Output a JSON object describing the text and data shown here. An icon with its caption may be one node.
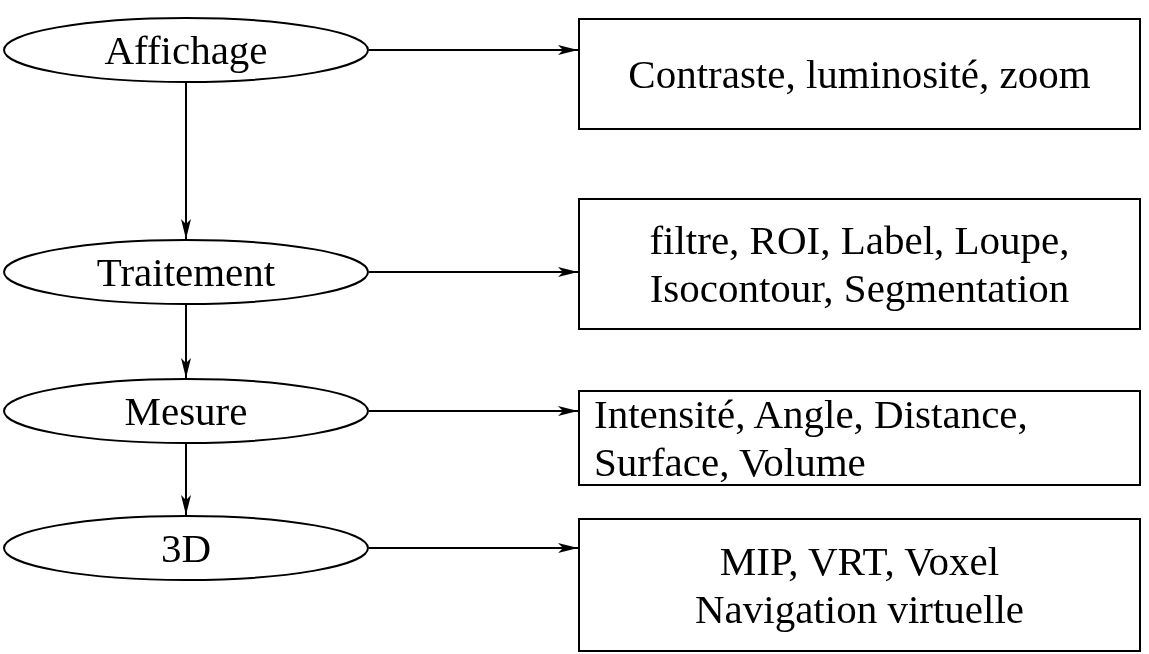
{
  "diagram": {
    "nodes": [
      {
        "text": [
          "Affichage"
        ]
      },
      {
        "text": [
          "Contraste, luminosité, zoom"
        ]
      },
      {
        "text": [
          "Traitement"
        ]
      },
      {
        "text": [
          "filtre, ROI, Label, Loupe, Isocontour, Segmentation"
        ]
      },
      {
        "text": [
          "Mesure"
        ]
      },
      {
        "text": [
          "Intensité, Angle, Distance, Surface, Volume"
        ]
      },
      {
        "text": [
          "3D"
        ]
      },
      {
        "text": [
          "MIP, VRT, Voxel",
          "Navigation virtuelle"
        ]
      }
    ],
    "edges": [
      {
        "from": 0,
        "to": 1,
        "arrow": "to"
      },
      {
        "from": 0,
        "to": 2,
        "arrow": "to"
      },
      {
        "from": 2,
        "to": 3,
        "arrow": "to"
      },
      {
        "from": 2,
        "to": 4,
        "arrow": "to"
      },
      {
        "from": 4,
        "to": 5,
        "arrow": "to"
      },
      {
        "from": 4,
        "to": 6,
        "arrow": "to"
      },
      {
        "from": 6,
        "to": 7,
        "arrow": "to"
      }
    ]
  }
}
